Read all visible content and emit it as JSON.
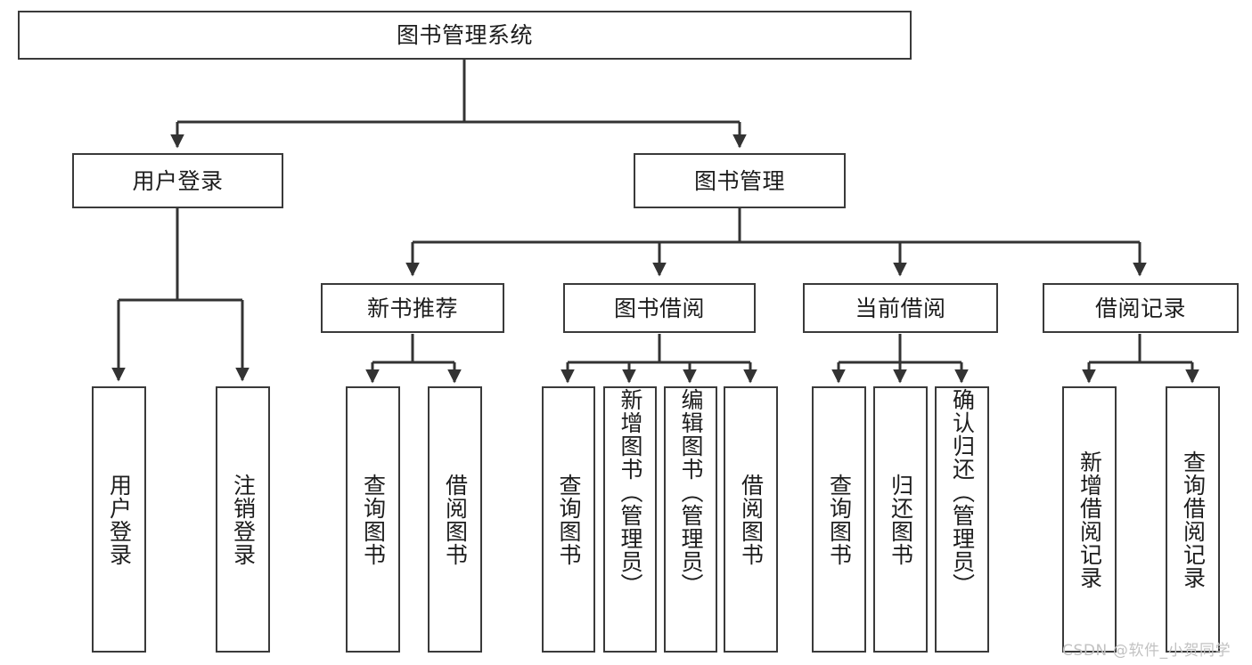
{
  "diagram": {
    "type": "tree-hierarchy-chart",
    "title": "图书管理系统",
    "background_color": "#ffffff",
    "box_border_color": "#3a3a3a",
    "edge_color": "#333333",
    "text_color": "#1d1d1d"
  },
  "root": {
    "label": "图书管理系统"
  },
  "level1": [
    {
      "label": "用户登录"
    },
    {
      "label": "图书管理"
    }
  ],
  "level2": [
    {
      "label": "新书推荐"
    },
    {
      "label": "图书借阅"
    },
    {
      "label": "当前借阅"
    },
    {
      "label": "借阅记录"
    }
  ],
  "leaves": {
    "user_login": [
      {
        "label": "用户登录"
      },
      {
        "label": "注销登录"
      }
    ],
    "new_book_recommend": [
      {
        "label": "查询图书"
      },
      {
        "label": "借阅图书"
      }
    ],
    "book_borrow": [
      {
        "label": "查询图书"
      },
      {
        "label": "新增图书（管理员）"
      },
      {
        "label": "编辑图书（管理员）"
      },
      {
        "label": "借阅图书"
      }
    ],
    "current_borrow": [
      {
        "label": "查询图书"
      },
      {
        "label": "归还图书"
      },
      {
        "label": "确认归还（管理员）"
      }
    ],
    "borrow_record": [
      {
        "label": "新增借阅记录"
      },
      {
        "label": "查询借阅记录"
      }
    ]
  },
  "watermark": {
    "text": "CSDN @软件_小贺同学"
  }
}
